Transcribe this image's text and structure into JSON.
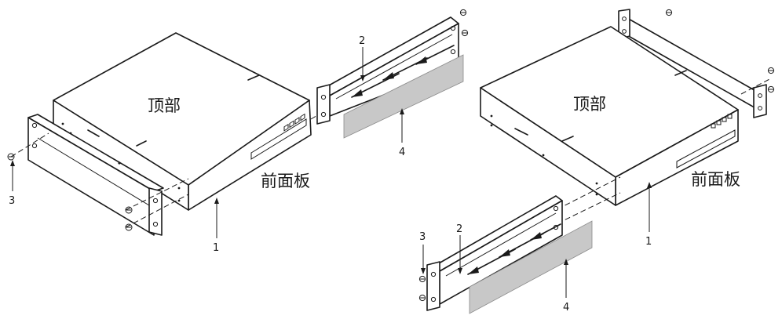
{
  "labels": {
    "top": "顶部",
    "front_panel": "前面板"
  },
  "callouts": {
    "chassis": "1",
    "bracket": "2",
    "screw": "3",
    "pad": "4"
  },
  "colors": {
    "ink": "#1a1a1a",
    "pad_fill": "#c8c8c8",
    "background": "#ffffff"
  }
}
